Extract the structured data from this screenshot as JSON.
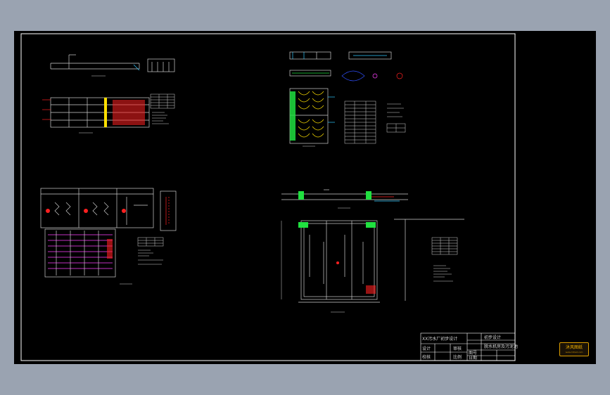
{
  "colors": {
    "background": "#9aa3b1",
    "viewport": "#000000",
    "frame": "#ffffff",
    "line": "#cfcfcf",
    "red": "#ff2020",
    "magenta": "#ff40ff",
    "green": "#20e040",
    "cyan": "#30c8ff",
    "yellow": "#ffe000",
    "blue": "#3050ff",
    "watermark": "#f0b000"
  },
  "title_block": {
    "project": "XX污水厂初步设计",
    "drawing_title": "脱水机房及污泥池",
    "design_stage": "初步设计",
    "labels": [
      "设计",
      "校核",
      "审核",
      "图号",
      "日期",
      "比例"
    ]
  },
  "watermark": {
    "title": "沐风图纸",
    "subtitle": "www.mfcad.com"
  }
}
